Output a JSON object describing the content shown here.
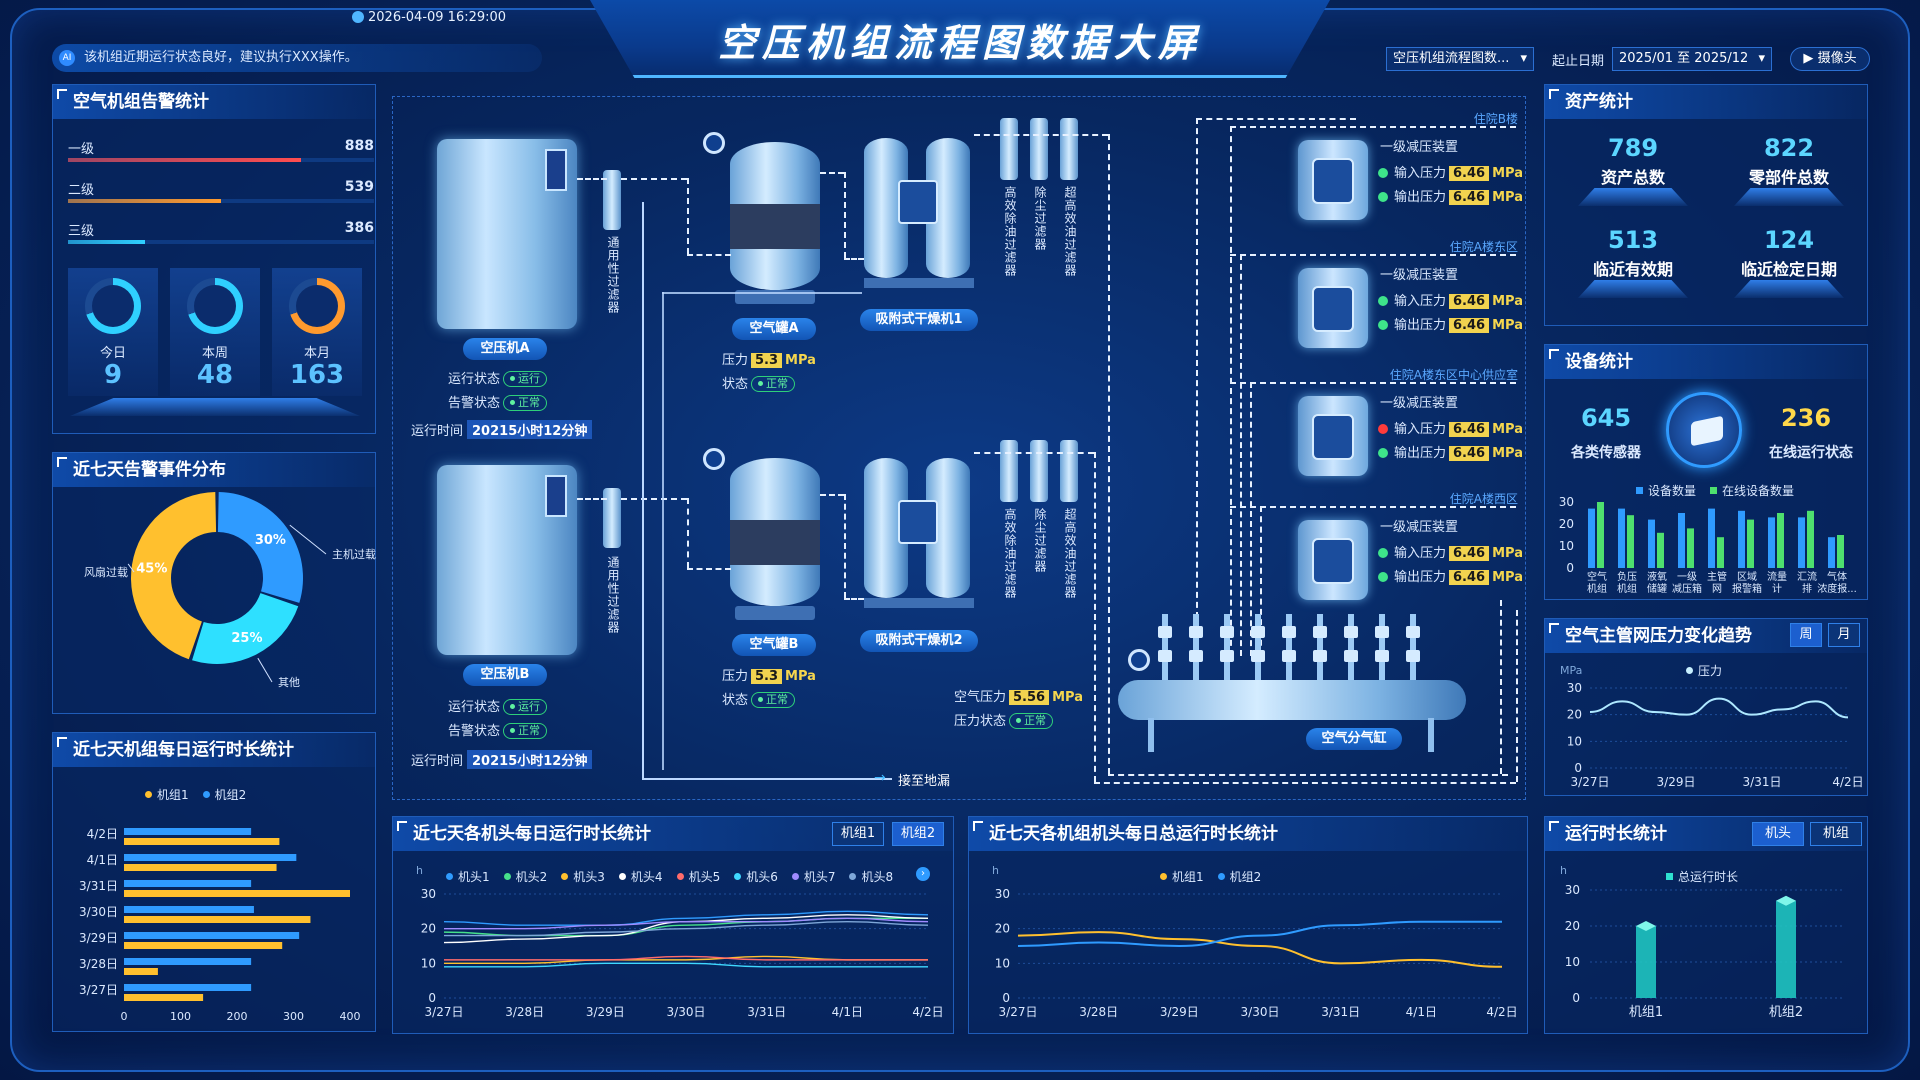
{
  "header": {
    "title": "空压机组流程图数据大屏",
    "datetime": "2026-04-09 16:29:00",
    "notice": "该机组近期运行状态良好，建议执行XXX操作。",
    "select1": "空压机组流程图数...",
    "date_label": "起止日期",
    "date_range": "2025/01 至 2025/12",
    "camera": "摄像头"
  },
  "alarm": {
    "title": "空气机组告警统计",
    "levels": [
      {
        "name": "一级",
        "value": "888",
        "color": "#ff4d4f",
        "frac": 0.76
      },
      {
        "name": "二级",
        "value": "539",
        "color": "#ff9a2e",
        "frac": 0.5
      },
      {
        "name": "三级",
        "value": "386",
        "color": "#2fd0ff",
        "frac": 0.25
      }
    ],
    "kpis": [
      {
        "label": "今日",
        "value": "9"
      },
      {
        "label": "本周",
        "value": "48"
      },
      {
        "label": "本月",
        "value": "163"
      }
    ]
  },
  "events": {
    "title": "近七天告警事件分布",
    "chart_data": {
      "type": "pie",
      "labels": [
        "主机过载",
        "其他",
        "风扇过载"
      ],
      "values": [
        30,
        25,
        45
      ],
      "colors": [
        "#2f9bff",
        "#2ee0ff",
        "#ffc02e"
      ],
      "pct": [
        "30%",
        "25%",
        "45%"
      ]
    }
  },
  "daily": {
    "title": "近七天机组每日运行时长统计",
    "legend": [
      "机组1",
      "机组2"
    ],
    "chart_data": {
      "type": "bar",
      "categories": [
        "4/2日",
        "4/1日",
        "3/31日",
        "3/30日",
        "3/29日",
        "3/28日",
        "3/27日"
      ],
      "series": [
        {
          "name": "机组1",
          "color": "#ffc02e",
          "values": [
            275,
            270,
            400,
            330,
            280,
            60,
            140
          ]
        },
        {
          "name": "机组2",
          "color": "#2f9bff",
          "values": [
            225,
            305,
            225,
            230,
            310,
            225,
            225
          ]
        }
      ],
      "xticks": [
        "0",
        "100",
        "200",
        "300",
        "400"
      ],
      "xlim": [
        0,
        400
      ]
    }
  },
  "flow": {
    "compA": {
      "name": "空压机A",
      "run_label": "运行状态",
      "run_state": "运行",
      "alarm_label": "告警状态",
      "alarm_state": "正常",
      "time_label": "运行时间",
      "time": "20215小时12分钟"
    },
    "compB": {
      "name": "空压机B",
      "run_label": "运行状态",
      "run_state": "运行",
      "alarm_label": "告警状态",
      "alarm_state": "正常",
      "time_label": "运行时间",
      "time": "20215小时12分钟"
    },
    "tankA": {
      "name": "空气罐A",
      "p_label": "压力",
      "p": "5.3",
      "unit": "MPa",
      "s_label": "状态",
      "s": "正常"
    },
    "tankB": {
      "name": "空气罐B",
      "p_label": "压力",
      "p": "5.3",
      "unit": "MPa",
      "s_label": "状态",
      "s": "正常"
    },
    "dryer1": "吸附式干燥机1",
    "dryer2": "吸附式干燥机2",
    "filter_general": "通用性过滤器",
    "filters": [
      "高效除油过滤器",
      "除尘过滤器",
      "超高效油过滤器"
    ],
    "drain": "接至地漏",
    "header_vessel": {
      "name": "空气分气缸",
      "p_label": "空气压力",
      "p": "5.56",
      "unit": "MPa",
      "s_label": "压力状态",
      "s": "正常"
    },
    "stations": [
      {
        "area": "住院B楼",
        "name": "一级减压装置",
        "in_label": "输入压力",
        "in": "6.46",
        "out_label": "输出压力",
        "out": "6.46",
        "unit": "MPa",
        "alarm": false
      },
      {
        "area": "住院A楼东区",
        "name": "一级减压装置",
        "in_label": "输入压力",
        "in": "6.46",
        "out_label": "输出压力",
        "out": "6.46",
        "unit": "MPa",
        "alarm": false
      },
      {
        "area": "住院A楼东区中心供应室",
        "name": "一级减压装置",
        "in_label": "输入压力",
        "in": "6.46",
        "out_label": "输出压力",
        "out": "6.46",
        "unit": "MPa",
        "alarm": true
      },
      {
        "area": "住院A楼西区",
        "name": "一级减压装置",
        "in_label": "输入压力",
        "in": "6.46",
        "out_label": "输出压力",
        "out": "6.46",
        "unit": "MPa",
        "alarm": false
      }
    ]
  },
  "asset": {
    "title": "资产统计",
    "items": [
      {
        "value": "789",
        "label": "资产总数"
      },
      {
        "value": "822",
        "label": "零部件总数"
      },
      {
        "value": "513",
        "label": "临近有效期"
      },
      {
        "value": "124",
        "label": "临近检定日期"
      }
    ]
  },
  "device": {
    "title": "设备统计",
    "left_value": "645",
    "left_label": "各类传感器",
    "right_value": "236",
    "right_label": "在线运行状态",
    "legend": [
      "设备数量",
      "在线设备数量"
    ],
    "chart_data": {
      "type": "bar",
      "categories": [
        "空气机组",
        "负压机组",
        "液氧储罐",
        "一级减压箱",
        "主管网",
        "区域报警箱",
        "流量计",
        "汇流排",
        "气体浓度报..."
      ],
      "series": [
        {
          "name": "设备数量",
          "color": "#2f9bff",
          "values": [
            27,
            27,
            22,
            25,
            27,
            26,
            23,
            23,
            14
          ]
        },
        {
          "name": "在线设备数量",
          "color": "#4ee06e",
          "values": [
            30,
            24,
            16,
            18,
            14,
            22,
            25,
            26,
            15
          ]
        }
      ],
      "yticks": [
        "30",
        "20",
        "10",
        "0"
      ],
      "ylim": [
        0,
        30
      ]
    }
  },
  "pressure": {
    "title": "空气主管网压力变化趋势",
    "tabs": [
      "周",
      "月"
    ],
    "unit": "MPa",
    "legend": "压力",
    "chart_data": {
      "type": "line",
      "x": [
        "3/27日",
        "3/29日",
        "3/31日",
        "4/2日"
      ],
      "series": [
        {
          "name": "压力",
          "values": [
            21,
            25,
            21,
            20,
            26,
            20,
            22,
            25,
            19
          ]
        }
      ],
      "yticks": [
        "30",
        "20",
        "10",
        "0"
      ],
      "ylim": [
        0,
        30
      ]
    }
  },
  "heads": {
    "title": "近七天各机头每日运行时长统计",
    "tabs": [
      "机组1",
      "机组2"
    ],
    "unit": "h",
    "legend": [
      "机头1",
      "机头2",
      "机头3",
      "机头4",
      "机头5",
      "机头6",
      "机头7",
      "机头8"
    ],
    "chart_data": {
      "type": "line",
      "x": [
        "3/27日",
        "3/28日",
        "3/29日",
        "3/30日",
        "3/31日",
        "4/1日",
        "4/2日"
      ],
      "series": [
        {
          "name": "机头1",
          "color": "#2f9bff",
          "values": [
            22,
            21,
            21,
            23,
            24,
            25,
            24
          ]
        },
        {
          "name": "机头2",
          "color": "#46e08a",
          "values": [
            19,
            18,
            18,
            21,
            22,
            23,
            23
          ]
        },
        {
          "name": "机头3",
          "color": "#ffc02e",
          "values": [
            10,
            10,
            11,
            11,
            12,
            11,
            11
          ]
        },
        {
          "name": "机头4",
          "color": "#ffffff",
          "values": [
            16,
            17,
            18,
            22,
            23,
            24,
            23
          ]
        },
        {
          "name": "机头5",
          "color": "#ff6b6b",
          "values": [
            11,
            11,
            11,
            12,
            11,
            11,
            11
          ]
        },
        {
          "name": "机头6",
          "color": "#3fd8ff",
          "values": [
            9,
            9,
            10,
            10,
            9,
            9,
            9
          ]
        },
        {
          "name": "机头7",
          "color": "#a08bff",
          "values": [
            20,
            20,
            21,
            22,
            22,
            23,
            22
          ]
        },
        {
          "name": "机头8",
          "color": "#7ea7d8",
          "values": [
            18,
            18,
            19,
            20,
            21,
            22,
            21
          ]
        }
      ],
      "yticks": [
        "30",
        "20",
        "10",
        "0"
      ],
      "ylim": [
        0,
        30
      ]
    }
  },
  "total": {
    "title": "近七天各机组机头每日总运行时长统计",
    "unit": "h",
    "legend": [
      "机组1",
      "机组2"
    ],
    "chart_data": {
      "type": "line",
      "x": [
        "3/27日",
        "3/28日",
        "3/29日",
        "3/30日",
        "3/31日",
        "4/1日",
        "4/2日"
      ],
      "series": [
        {
          "name": "机组1",
          "color": "#ffc02e",
          "values": [
            18,
            19,
            17,
            15,
            10,
            11,
            9
          ]
        },
        {
          "name": "机组2",
          "color": "#2f9bff",
          "values": [
            15,
            16,
            15,
            18,
            21,
            22,
            22
          ]
        }
      ],
      "yticks": [
        "30",
        "20",
        "10",
        "0"
      ],
      "ylim": [
        0,
        30
      ]
    }
  },
  "runtime": {
    "title": "运行时长统计",
    "tabs": [
      "机头",
      "机组"
    ],
    "unit": "h",
    "legend": "总运行时长",
    "chart_data": {
      "type": "bar",
      "categories": [
        "机组1",
        "机组2"
      ],
      "values": [
        20,
        27
      ],
      "yticks": [
        "30",
        "20",
        "10",
        "0"
      ],
      "ylim": [
        0,
        30
      ]
    }
  }
}
